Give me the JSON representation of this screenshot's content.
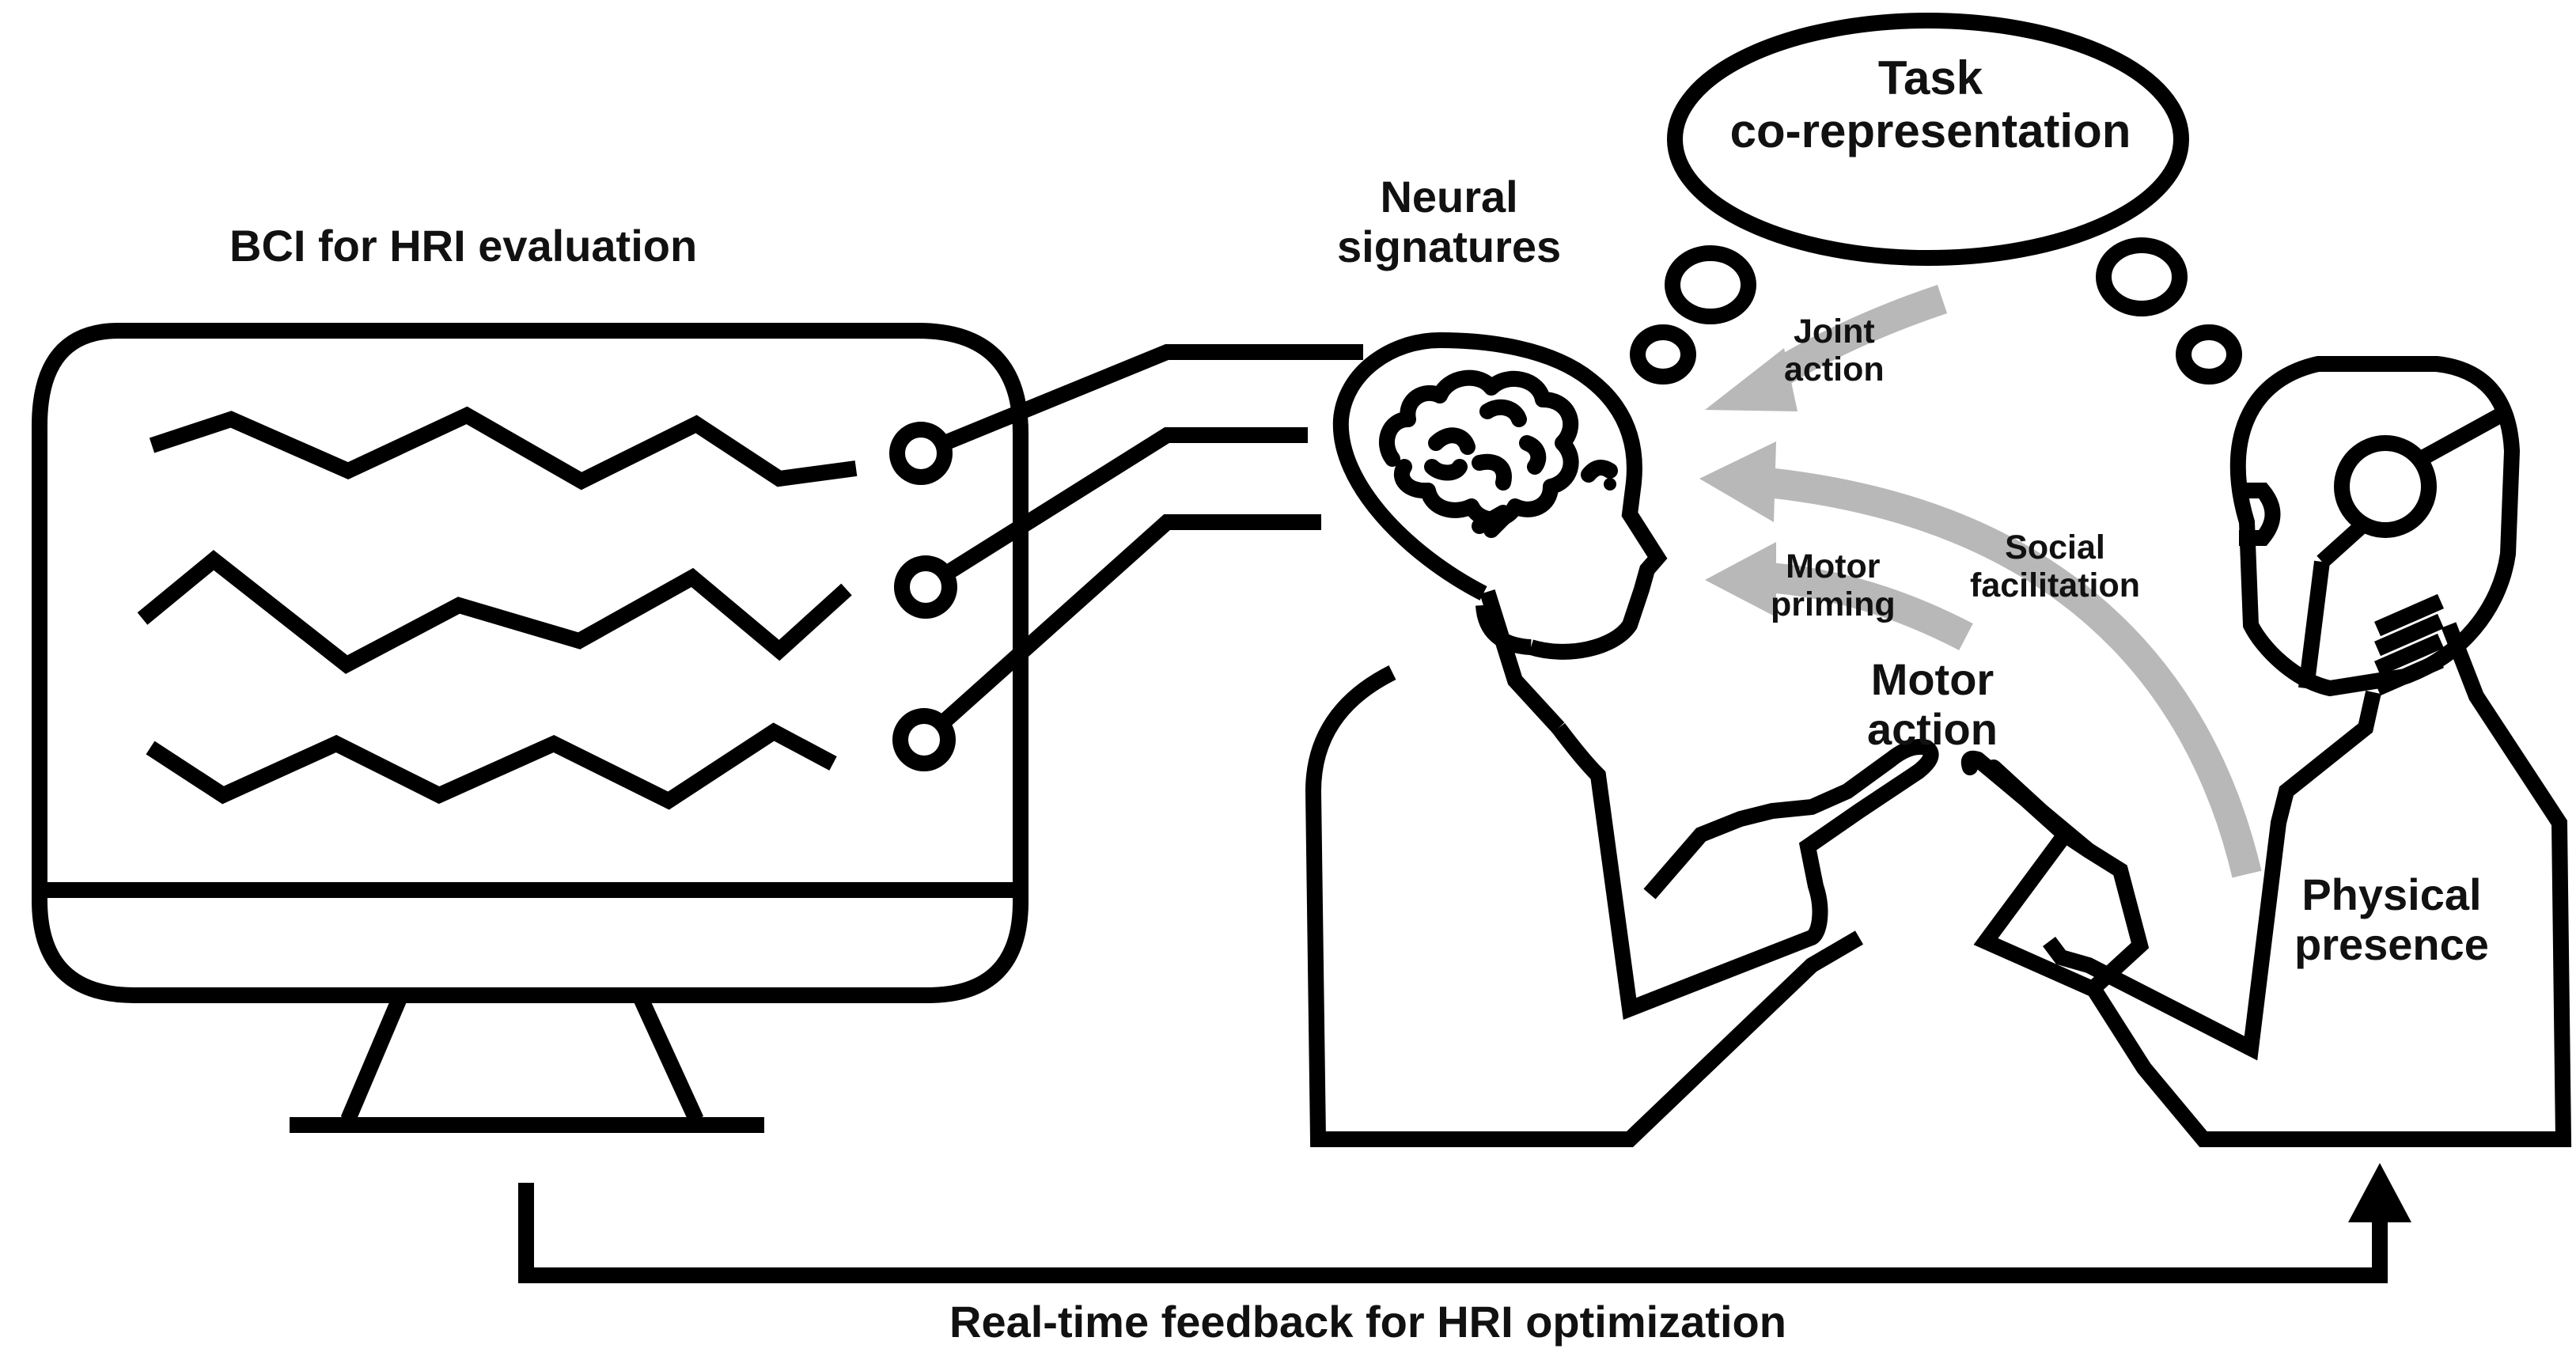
{
  "labels": {
    "bci": "BCI for HRI evaluation",
    "neural": "Neural\nsignatures",
    "task": "Task\nco-representation",
    "joint": "Joint\naction",
    "social": "Social\nfacilitation",
    "motor_priming": "Motor\npriming",
    "motor_action": "Motor\naction",
    "physical": "Physical\npresence",
    "feedback": "Real-time feedback for HRI optimization"
  },
  "colors": {
    "line": "#000000",
    "arrow_grey": "#b8b8b8",
    "background": "#ffffff"
  },
  "icons": [
    "monitor-icon",
    "brain-icon",
    "human-head-icon",
    "robot-icon",
    "thought-bubble-icon"
  ]
}
